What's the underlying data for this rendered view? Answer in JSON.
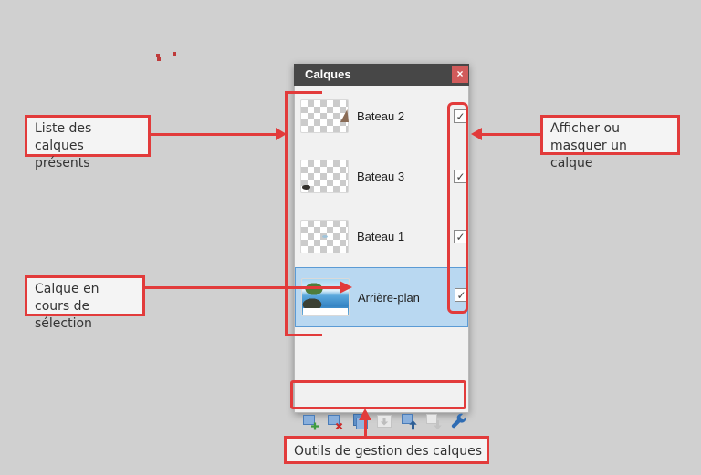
{
  "window": {
    "title": "Calques",
    "close_glyph": "×"
  },
  "layers": {
    "check_glyph": "✓",
    "items": [
      {
        "name": "Bateau 2",
        "visible": true,
        "selected": false
      },
      {
        "name": "Bateau 3",
        "visible": true,
        "selected": false
      },
      {
        "name": "Bateau 1",
        "visible": true,
        "selected": false
      },
      {
        "name": "Arrière-plan",
        "visible": true,
        "selected": true
      }
    ]
  },
  "toolbar": {
    "buttons": [
      {
        "name": "add-layer",
        "enabled": true
      },
      {
        "name": "delete-layer",
        "enabled": true
      },
      {
        "name": "duplicate-layer",
        "enabled": true
      },
      {
        "name": "merge-layer-down",
        "enabled": false
      },
      {
        "name": "move-layer-up",
        "enabled": true
      },
      {
        "name": "move-layer-down",
        "enabled": false
      },
      {
        "name": "layer-properties",
        "enabled": true
      }
    ]
  },
  "annotations": {
    "layers_list": "Liste des calques présents",
    "selected_layer": "Calque en cours de sélection",
    "toggle_visibility": "Afficher ou masquer un calque",
    "layer_tools": "Outils de gestion des calques"
  },
  "colors": {
    "annotation_red": "#e23b3b",
    "titlebar": "#474747",
    "close_button": "#d15b5b",
    "selected_row_bg": "#b9d8f1",
    "selected_row_border": "#5b9bd5",
    "page_background": "#d0d0d0"
  }
}
